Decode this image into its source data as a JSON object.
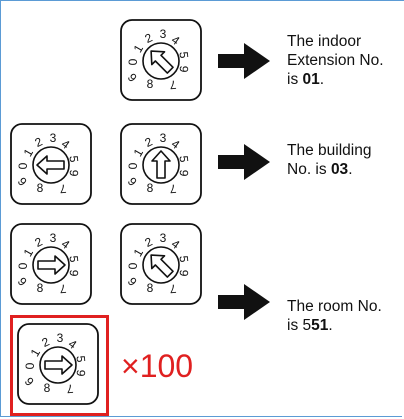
{
  "dial_digits": [
    "0",
    "1",
    "2",
    "3",
    "4",
    "5",
    "6",
    "7",
    "8",
    "9"
  ],
  "dials": [
    {
      "id": "extension",
      "pointing_to": "1",
      "arrow_direction": "up-left"
    },
    {
      "id": "building-tens",
      "pointing_to": "0",
      "arrow_direction": "left"
    },
    {
      "id": "building-units",
      "pointing_to": "3",
      "arrow_direction": "up"
    },
    {
      "id": "room-tens",
      "pointing_to": "5",
      "arrow_direction": "right"
    },
    {
      "id": "room-units",
      "pointing_to": "1",
      "arrow_direction": "up-left"
    },
    {
      "id": "room-hundreds",
      "pointing_to": "5",
      "arrow_direction": "right"
    }
  ],
  "captions": {
    "extension": {
      "line1": "The indoor",
      "line2": "Extension No.",
      "prefix": "is ",
      "value": "01",
      "suffix": "."
    },
    "building": {
      "line1": "The building",
      "prefix": "No. is ",
      "value": "03",
      "suffix": "."
    },
    "room": {
      "line1": "The room No.",
      "prefix": "is 5",
      "value": "51",
      "suffix": "."
    }
  },
  "multiplier": "×100",
  "colors": {
    "highlight": "#e02020",
    "frame": "#5b9bd5",
    "ink": "#111111"
  }
}
